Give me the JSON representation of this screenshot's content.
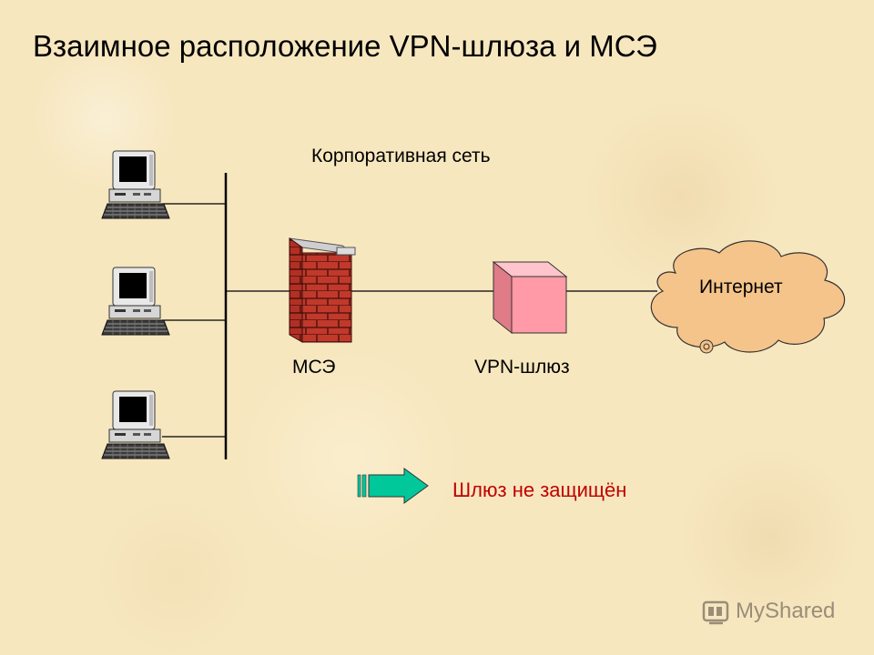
{
  "title": "Взаимное расположение VPN-шлюза и МСЭ",
  "labels": {
    "corporate_network": "Корпоративная сеть",
    "firewall": "МСЭ",
    "vpn_gateway": "VPN-шлюз",
    "internet": "Интернет",
    "gateway_status": "Шлюз не защищён"
  },
  "watermark": "MyShared",
  "colors": {
    "brick": "#c0392b",
    "vpn_box_front": "#ff9aa6",
    "cloud": "#f5c48a",
    "arrow": "#00c89b",
    "warning_text": "#c00000"
  },
  "icons": [
    "computer-icon",
    "firewall-icon",
    "vpn-gateway-icon",
    "internet-cloud-icon",
    "arrow-icon",
    "myshared-logo-icon"
  ]
}
